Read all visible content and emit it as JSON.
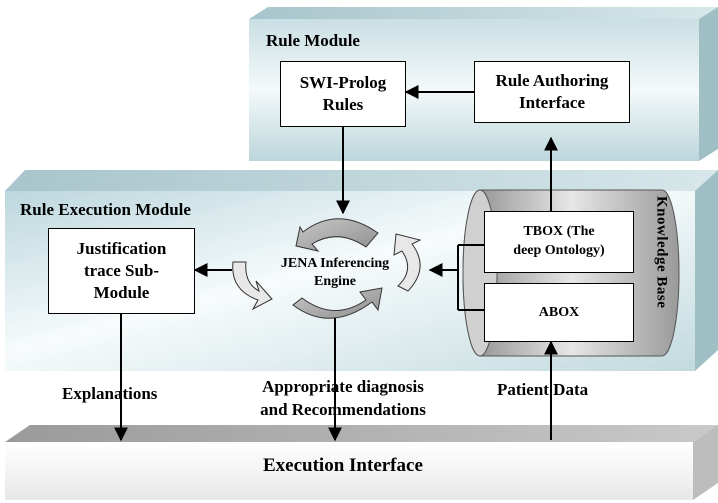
{
  "rule_module": {
    "title": "Rule Module",
    "swi_prolog_box": {
      "line1": "SWI-Prolog",
      "line2": "Rules"
    },
    "rule_authoring_box": {
      "line1": "Rule Authoring",
      "line2": "Interface"
    }
  },
  "rule_execution_module": {
    "title": "Rule Execution Module",
    "justification_box": {
      "line1": "Justification",
      "line2": "trace Sub-",
      "line3": "Module"
    },
    "engine": {
      "line1": "JENA Inferencing",
      "line2": "Engine"
    }
  },
  "knowledge_base": {
    "title": "Knowledge Base",
    "tbox": {
      "line1": "TBOX (The",
      "line2": "deep Ontology)"
    },
    "abox": {
      "label": "ABOX"
    }
  },
  "flow_labels": {
    "explanations": "Explanations",
    "diagnosis_line1": "Appropriate diagnosis",
    "diagnosis_line2": "and Recommendations",
    "patient_data": "Patient Data"
  },
  "execution_interface": {
    "title": "Execution Interface"
  }
}
